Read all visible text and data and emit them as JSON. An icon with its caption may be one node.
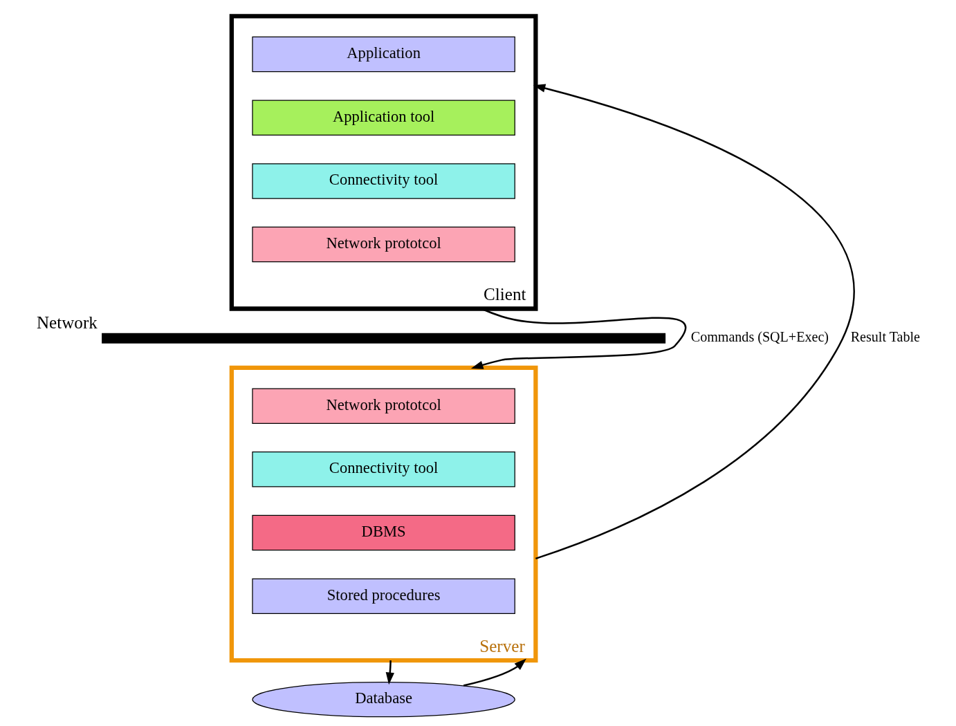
{
  "diagram": {
    "nodes": [
      {
        "text": [
          "Client"
        ]
      },
      {
        "text": [
          "Application"
        ],
        "in": 0
      },
      {
        "text": [
          "Application tool"
        ],
        "in": 0
      },
      {
        "text": [
          "Connectivity tool"
        ],
        "in": 0
      },
      {
        "text": [
          "Network prototcol"
        ],
        "in": 0
      },
      {
        "text": [
          "Network"
        ]
      },
      {
        "text": [
          "Server"
        ]
      },
      {
        "text": [
          "Network prototcol"
        ],
        "in": 6
      },
      {
        "text": [
          "Connectivity tool"
        ],
        "in": 6
      },
      {
        "text": [
          "DBMS"
        ],
        "in": 6
      },
      {
        "text": [
          "Stored procedures"
        ],
        "in": 6
      },
      {
        "text": [
          "Database"
        ]
      }
    ],
    "edges": [
      {
        "from": 0,
        "to": 6,
        "arrow": "to",
        "label": "Commands (SQL+Exec)"
      },
      {
        "from": 6,
        "to": 0,
        "arrow": "to",
        "label": "Result Table"
      },
      {
        "from": 6,
        "to": 11,
        "arrow": "to"
      },
      {
        "from": 11,
        "to": 6,
        "arrow": "to"
      }
    ]
  }
}
